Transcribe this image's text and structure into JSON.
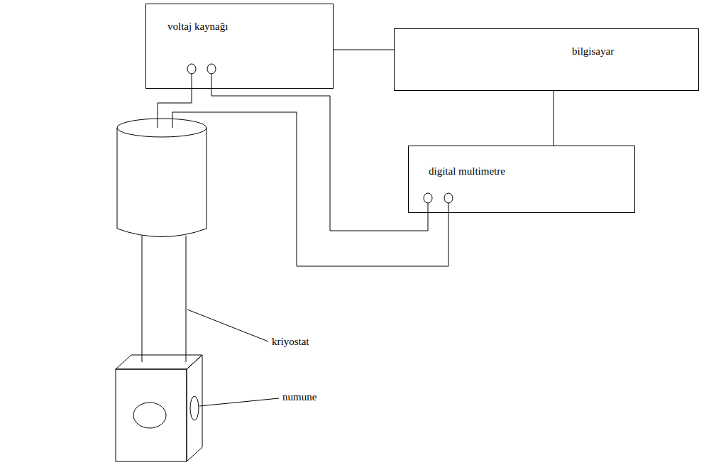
{
  "diagram": {
    "nodes": [
      {
        "text": [
          "voltaj kaynağı"
        ]
      },
      {
        "text": [
          "bilgisayar"
        ]
      },
      {
        "text": [
          "digital multimetre"
        ]
      }
    ],
    "edges": [
      {
        "from": 0,
        "to": 1,
        "arrow": "none"
      },
      {
        "from": 1,
        "to": 2,
        "arrow": "none"
      },
      {
        "from": 0,
        "to": 2,
        "arrow": "none"
      }
    ],
    "labels": [
      "kriyostat",
      "numune"
    ]
  }
}
